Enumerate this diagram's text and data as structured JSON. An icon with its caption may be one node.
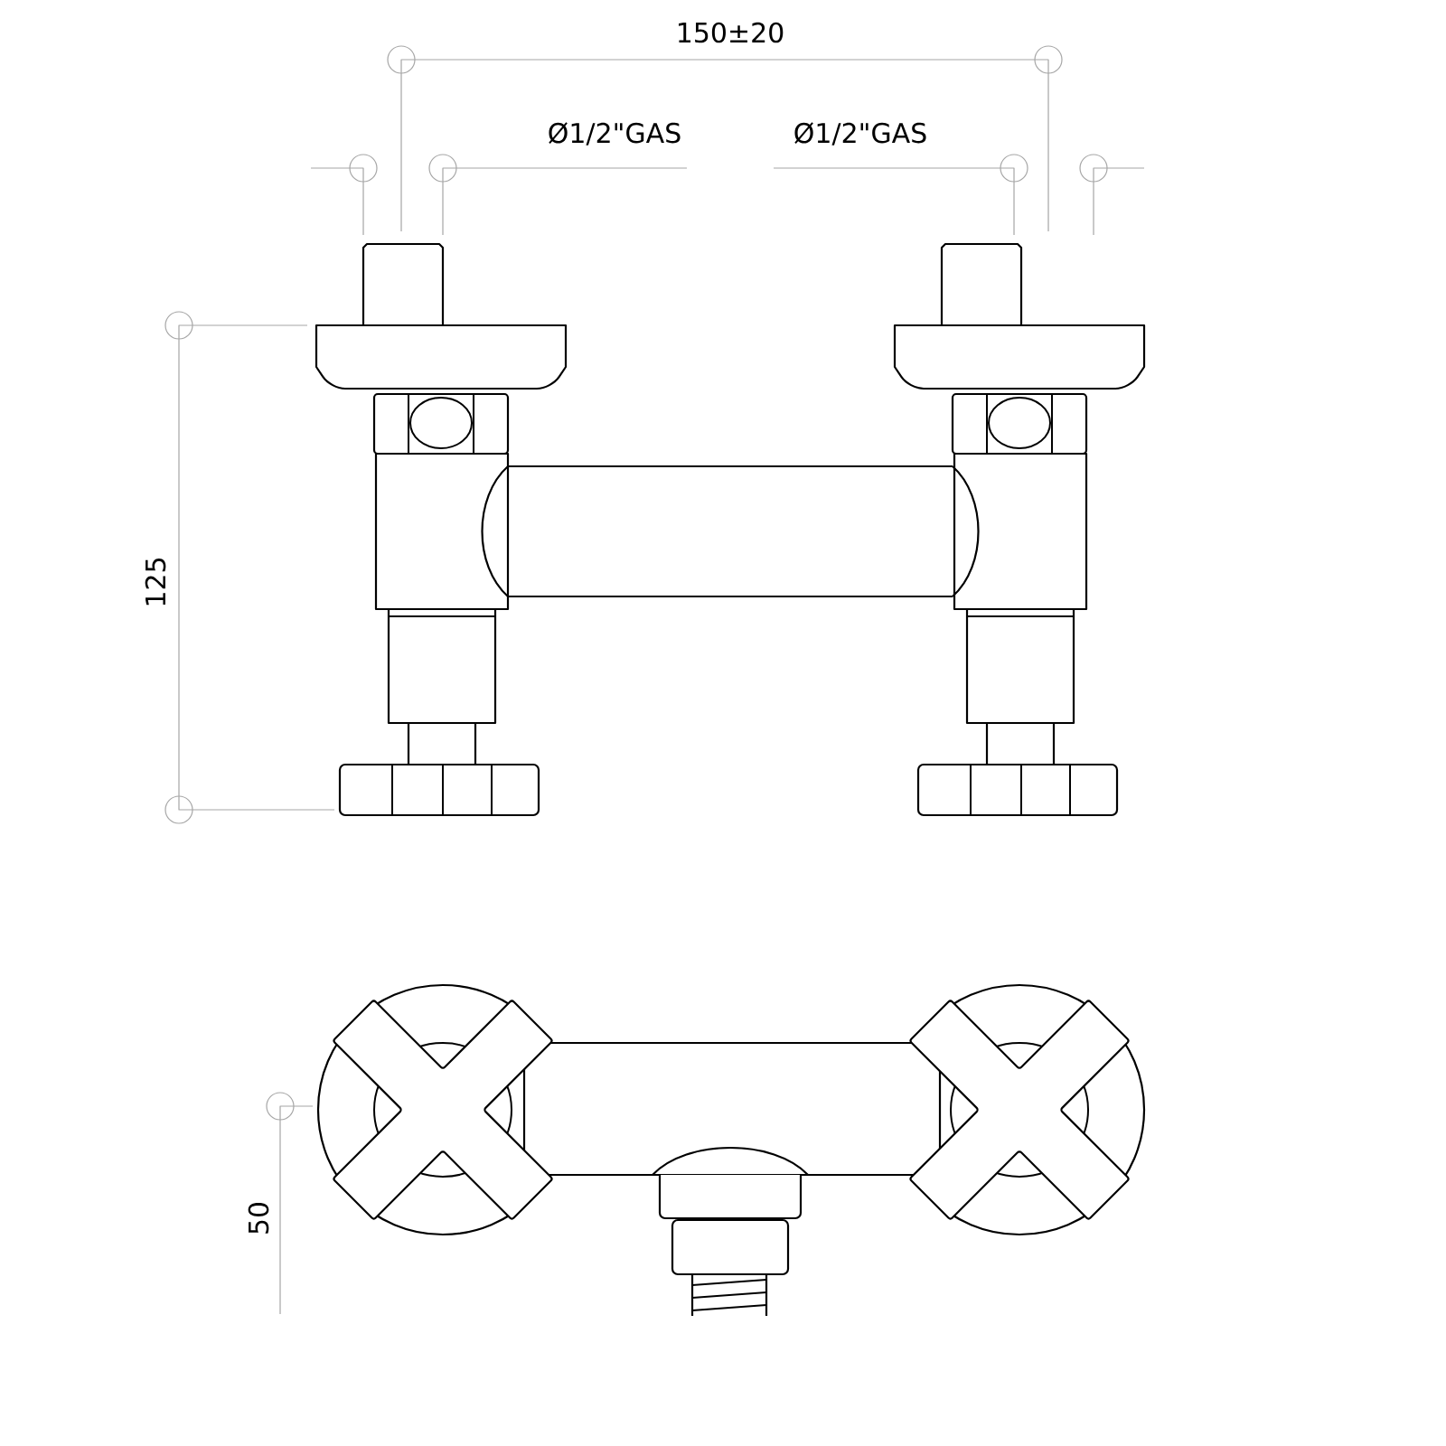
{
  "diagram": {
    "labels": [
      "150±20",
      "Ø1/2\"GAS",
      "Ø1/2\"GAS",
      "125",
      "50"
    ]
  }
}
